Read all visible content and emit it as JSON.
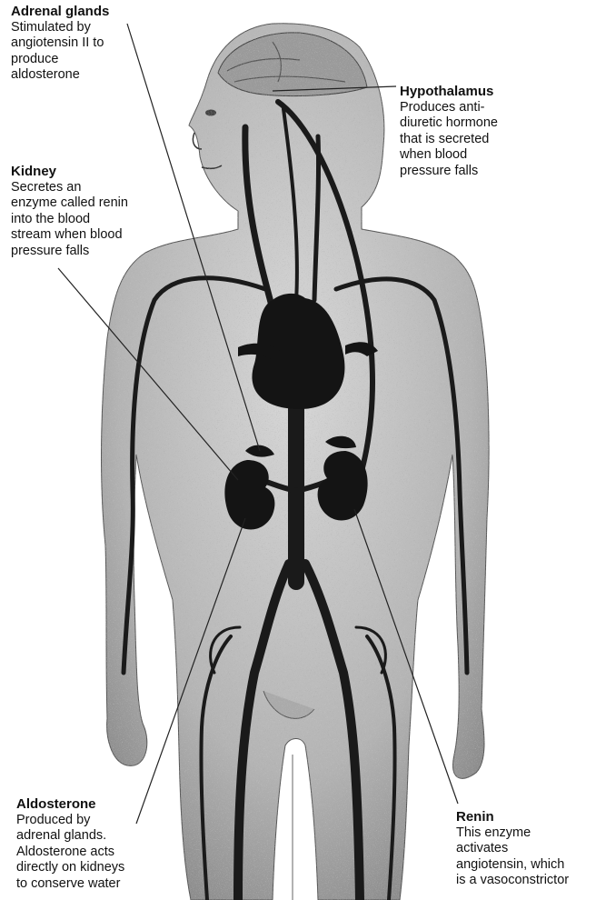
{
  "labels": {
    "adrenal": {
      "title": "Adrenal glands",
      "body": "Stimulated by\nangiotensin II to\nproduce\naldosterone"
    },
    "kidney": {
      "title": "Kidney",
      "body": "Secretes an\nenzyme called renin\ninto the blood\nstream when blood\npressure falls"
    },
    "hypothalamus": {
      "title": "Hypothalamus",
      "body": "Produces anti-\ndiuretic hormone\nthat is secreted\nwhen blood\npressure falls"
    },
    "aldosterone": {
      "title": "Aldosterone",
      "body": "Produced by\nadrenal glands.\nAldosterone acts\ndirectly on kidneys\nto conserve water"
    },
    "renin": {
      "title": "Renin",
      "body": "This enzyme\nactivates\nangiotensin, which\nis a vasoconstrictor"
    }
  },
  "colors": {
    "body_fill": "#c9c9c9",
    "body_shade": "#8f8f8f",
    "vessel": "#1a1a1a",
    "organ": "#141414",
    "leader": "#222222"
  }
}
